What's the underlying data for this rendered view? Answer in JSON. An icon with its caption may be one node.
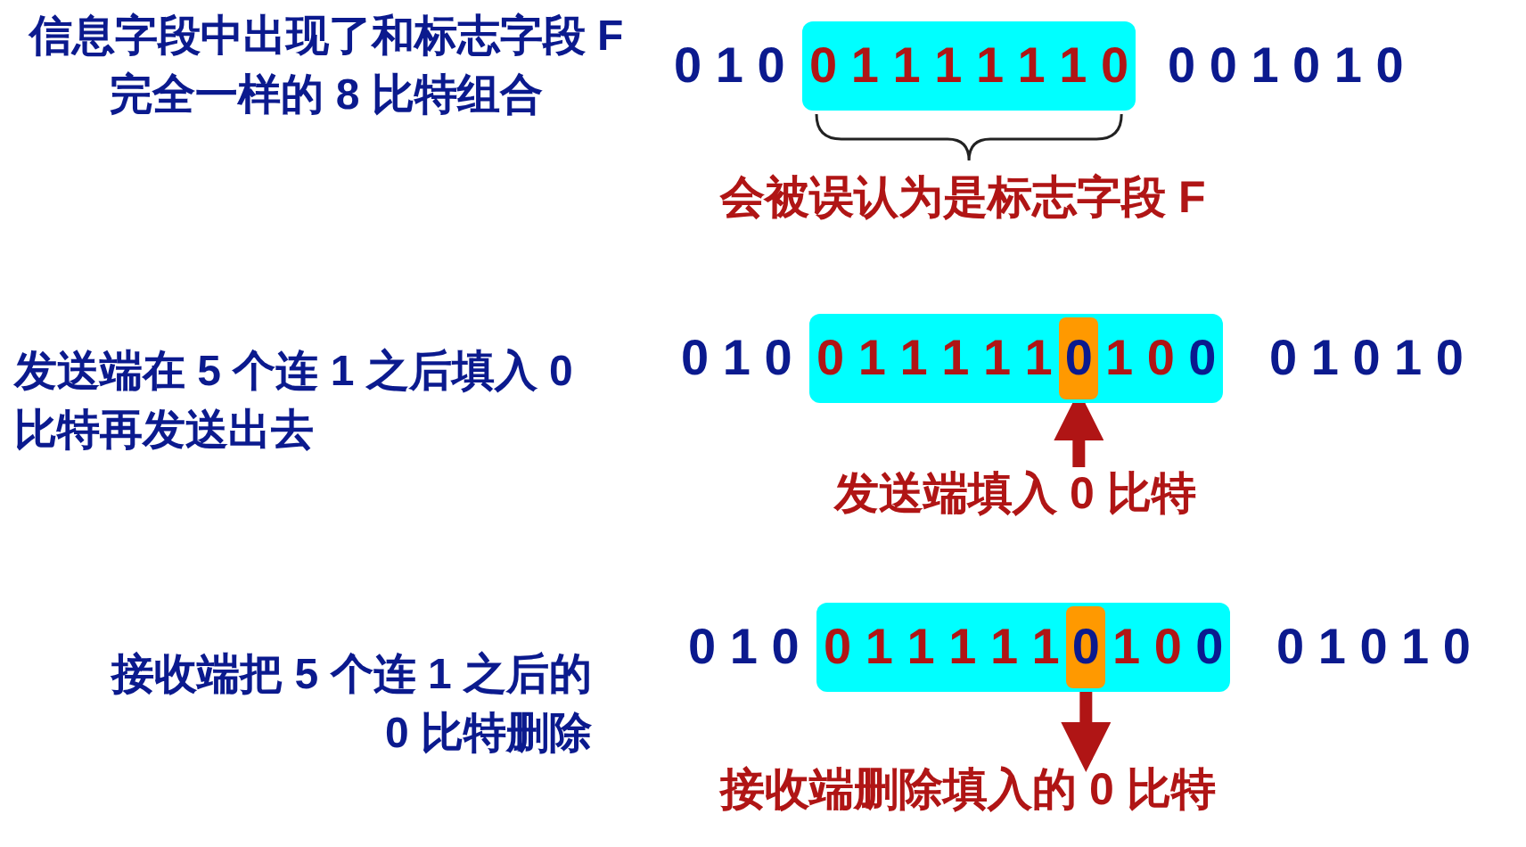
{
  "diagram": {
    "nodes": [
      {
        "text": [
          "0 1 1 1 1 1 1 0"
        ],
        "beside": [
          "会被误认为是标志字段 F"
        ]
      },
      {
        "text": [
          "0 1 1 1 1 1",
          "1 0 0"
        ]
      },
      {
        "text": [
          "0"
        ],
        "in": 1
      },
      {
        "text": [
          "发送端填入 0 比特"
        ]
      },
      {
        "text": [
          "0 1 1 1 1 1",
          "1 0 0"
        ]
      },
      {
        "text": [
          "0"
        ],
        "in": 4
      },
      {
        "text": [
          "接收端删除填入的 0 比特"
        ]
      }
    ],
    "edges": [
      {
        "from": 3,
        "to": 2,
        "arrow": "to"
      },
      {
        "from": 5,
        "to": 6,
        "arrow": "to"
      }
    ],
    "labels": [
      "信息字段中出现了和标志字段 F 完全一样的 8 比特组合",
      "0 1 0",
      "0 0 1 0 1 0",
      "发送端在 5 个连 1 之后填入 0 比特再发送出去",
      "0 1 0",
      "0 1 0 1 0",
      "接收端把 5 个连 1 之后的 0 比特删除",
      "0 1 0",
      "0 1 0 1 0"
    ]
  }
}
